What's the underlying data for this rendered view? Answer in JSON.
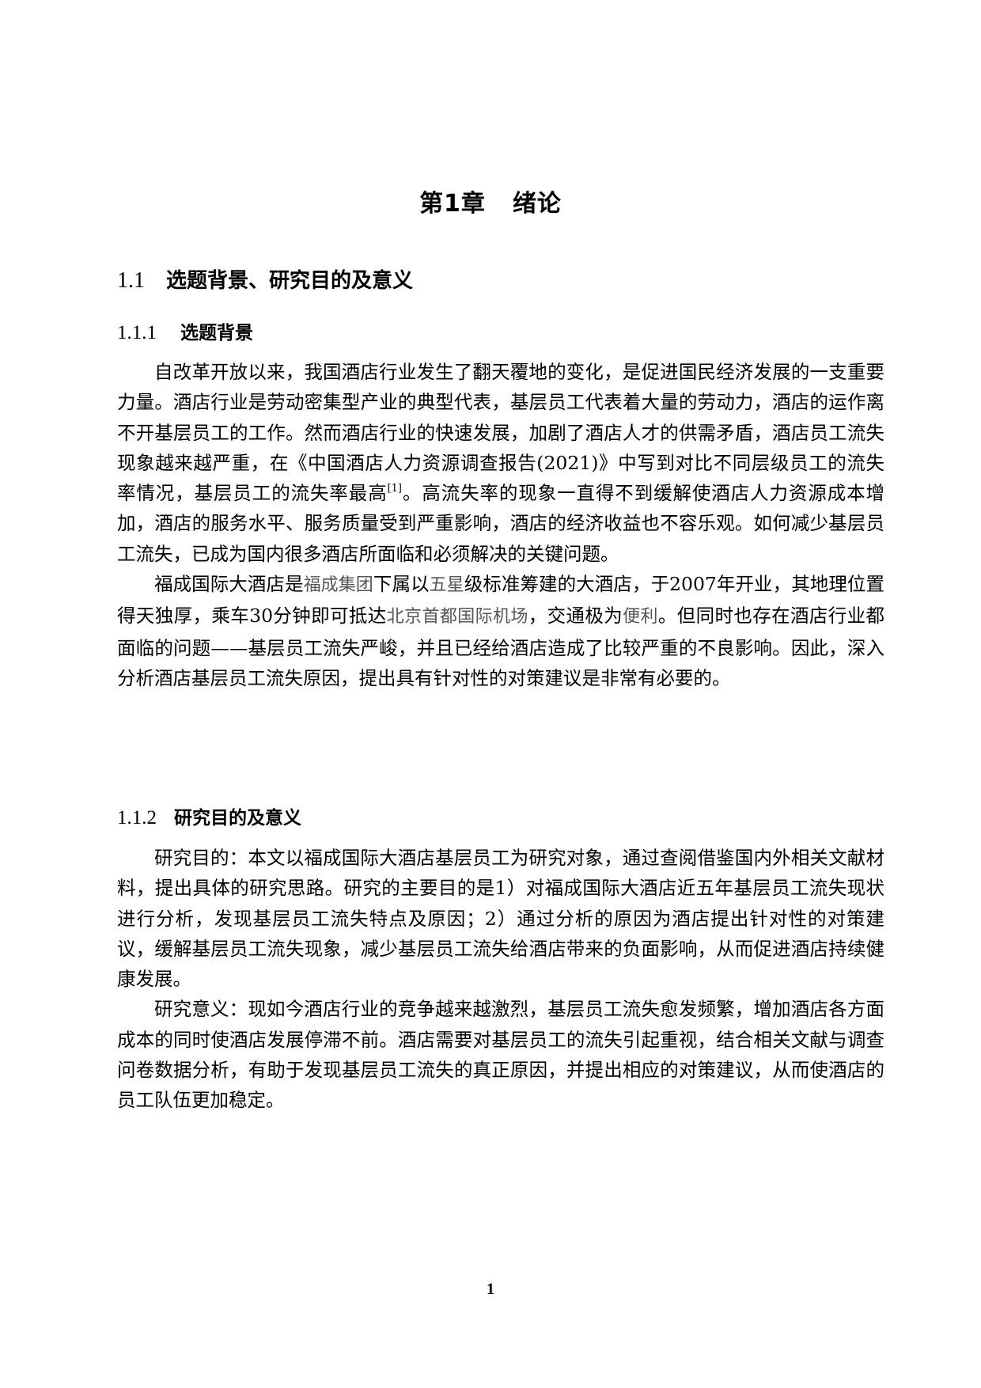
{
  "chapter": {
    "number_label": "第1章",
    "title": "绪论"
  },
  "section": {
    "number": "1.1",
    "title": "选题背景、研究目的及意义"
  },
  "subsections": [
    {
      "number": "1.1.1",
      "title": "选题背景",
      "paragraphs": [
        {
          "text_before_ref": "自改革开放以来，我国酒店行业发生了翻天覆地的变化，是促进国民经济发展的一支重要力量。酒店行业是劳动密集型产业的典型代表，基层员工代表着大量的劳动力，酒店的运作离不开基层员工的工作。然而酒店行业的快速发展，加剧了酒店人才的供需矛盾，酒店员工流失现象越来越严重，在《中国酒店人力资源调查报告(2021)》中写到对比不同层级员工的流失率情况，基层员工的流失率最高",
          "ref": "[1]",
          "text_after_ref": "。高流失率的现象一直得不到缓解使酒店人力资源成本增加，酒店的服务水平、服务质量受到严重影响，酒店的经济收益也不容乐观。如何减少基层员工流失，已成为国内很多酒店所面临和必须解决的关键问题。"
        },
        {
          "segments": [
            {
              "text": "福成国际大酒店是",
              "style": "normal"
            },
            {
              "text": "福成集团",
              "style": "light"
            },
            {
              "text": "下属以",
              "style": "normal"
            },
            {
              "text": "五星",
              "style": "light"
            },
            {
              "text": "级标准筹建的大酒店，于2007年开业，其地理位置得天独厚，乘车30分钟即可抵达",
              "style": "normal"
            },
            {
              "text": "北京首都国际机场",
              "style": "light"
            },
            {
              "text": "，交通极为",
              "style": "normal"
            },
            {
              "text": "便利",
              "style": "light"
            },
            {
              "text": "。但同时也存在酒店行业都面临的问题——基层员工流失严峻，并且已经给酒店造成了比较严重的不良影响。因此，深入分析酒店基层员工流失原因，提出具有针对性的对策建议是非常有必要的。",
              "style": "normal"
            }
          ]
        }
      ]
    },
    {
      "number": "1.1.2",
      "title": "研究目的及意义",
      "paragraphs": [
        {
          "text": "研究目的：本文以福成国际大酒店基层员工为研究对象，通过查阅借鉴国内外相关文献材料，提出具体的研究思路。研究的主要目的是1）对福成国际大酒店近五年基层员工流失现状进行分析，发现基层员工流失特点及原因；2）通过分析的原因为酒店提出针对性的对策建议，缓解基层员工流失现象，减少基层员工流失给酒店带来的负面影响，从而促进酒店持续健康发展。"
        },
        {
          "text": "研究意义：现如今酒店行业的竞争越来越激烈，基层员工流失愈发频繁，增加酒店各方面成本的同时使酒店发展停滞不前。酒店需要对基层员工的流失引起重视，结合相关文献与调查问卷数据分析，有助于发现基层员工流失的真正原因，并提出相应的对策建议，从而使酒店的员工队伍更加稳定。"
        }
      ]
    }
  ],
  "footer": {
    "page_number": "1"
  },
  "colors": {
    "text": "#000000",
    "light_text": "#555555",
    "background": "#ffffff"
  }
}
